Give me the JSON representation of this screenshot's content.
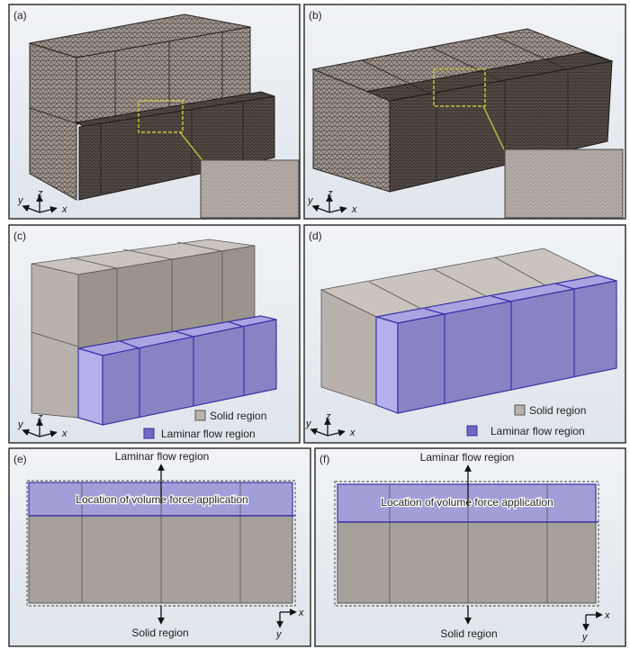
{
  "panels": {
    "a": {
      "label": "(a)"
    },
    "b": {
      "label": "(b)"
    },
    "c": {
      "label": "(c)"
    },
    "d": {
      "label": "(d)"
    },
    "e": {
      "label": "(e)"
    },
    "f": {
      "label": "(f)"
    }
  },
  "axes": {
    "x": "x",
    "y": "y",
    "z": "z"
  },
  "legend": {
    "solid": "Solid region",
    "laminar": "Laminar flow region"
  },
  "plan_view": {
    "top_label": "Laminar flow region",
    "bottom_label": "Solid region",
    "force_label": "Location of volume force application"
  },
  "colors": {
    "solid_region": "#9c938d",
    "laminar_flow_region": "#8883c4",
    "zoom_highlight": "#c9c23a"
  }
}
